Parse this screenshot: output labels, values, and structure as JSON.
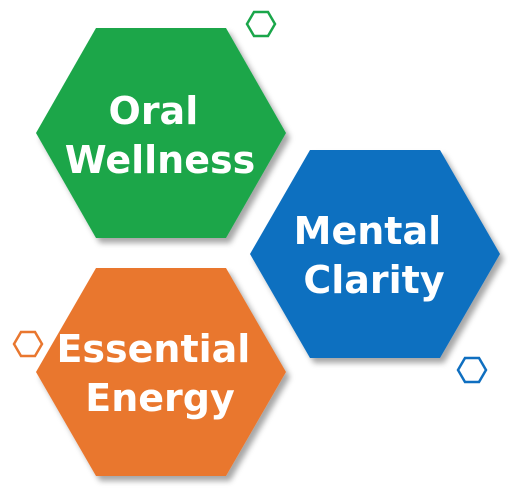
{
  "hexagons": [
    {
      "id": "oral-wellness",
      "line1": "Oral",
      "line2": "Wellness",
      "color": "#1aa64a"
    },
    {
      "id": "mental-clarity",
      "line1": "Mental",
      "line2": "Clarity",
      "color": "#0f6fc0"
    },
    {
      "id": "essential-energy",
      "line1": "Essential",
      "line2": "Energy",
      "color": "#e9772f"
    }
  ],
  "decorations": [
    {
      "name": "outline-hexagon-green",
      "color": "#1aa64a"
    },
    {
      "name": "outline-hexagon-blue",
      "color": "#0f6fc0"
    },
    {
      "name": "outline-hexagon-orange",
      "color": "#e9772f"
    }
  ],
  "colors": {
    "shadow": "#9a9a9a",
    "label_text": "#ffffff"
  }
}
